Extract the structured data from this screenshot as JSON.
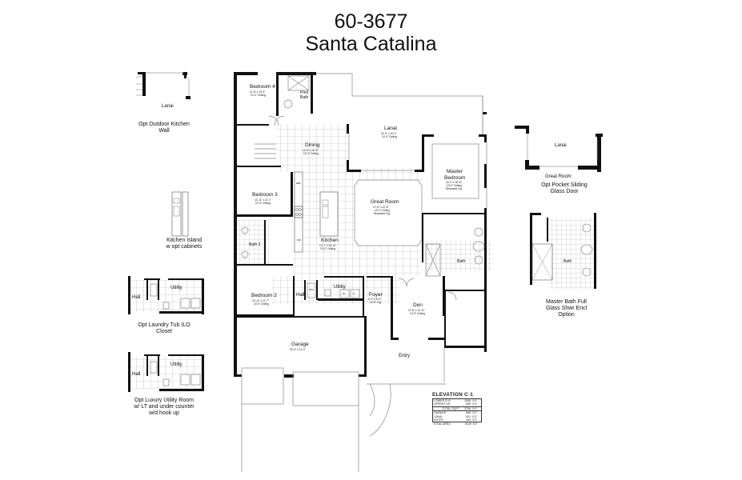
{
  "plan": {
    "number": "60-3677",
    "name": "Santa Catalina"
  },
  "rooms": {
    "bedroom4": {
      "name": "Bedroom 4",
      "dims": "11'-8\" x 13'-4\"",
      "ceiling": "10'-0\" Ceiling"
    },
    "pool_bath": {
      "name": "Pool Bath"
    },
    "dining": {
      "name": "Dining",
      "dims": "12'-0\" x 10'-0\"",
      "ceiling": "10'-0\" Ceiling"
    },
    "lanai": {
      "name": "Lanai",
      "dims": "41'-4\" x 10'-4\"",
      "ceiling": "10'-0\" Ceiling"
    },
    "master_bedroom": {
      "name": "Master Bedroom",
      "line1": "Master",
      "line2": "Bedroom",
      "dims": "14'-0\" x 18'-8\"",
      "ceiling": "10'-0\" Ceiling",
      "extra": "Recessed Clg"
    },
    "great_room": {
      "name": "Great Room",
      "dims": "17'-8\" x 22'-8\"",
      "ceiling": "10'-0\" Ceiling",
      "extra": "Recessed Clg"
    },
    "bedroom3": {
      "name": "Bedroom 3",
      "dims": "12'-11\" x 11'-1\"",
      "ceiling": "10'-0\" Ceiling"
    },
    "bath2": {
      "name": "Bath 2"
    },
    "kitchen": {
      "name": "Kitchen",
      "dims": "13'-7\" x 20'-10\"",
      "ceiling": "10'-0\" Ceiling"
    },
    "bath": {
      "name": "Bath"
    },
    "bedroom2": {
      "name": "Bedroom 2",
      "dims": "13'-11\" x 11'-7\"",
      "ceiling": "10'-0\" Ceiling"
    },
    "hall": {
      "name": "Hall"
    },
    "utility": {
      "name": "Utility"
    },
    "foyer": {
      "name": "Foyer",
      "dims": "6'-0\" x 8'-4\"",
      "ceiling": "10'-0\" Clg"
    },
    "den": {
      "name": "Den",
      "dims": "11'-8\" x 12'-11\"",
      "ceiling": "10'-0\" Ceiling"
    },
    "garage": {
      "name": "Garage",
      "dims": "30'-4\" x 21'-0\""
    },
    "entry": {
      "name": "Entry"
    },
    "fixtures": {
      "ref": "REF",
      "wd": "WD",
      "dw": "DW",
      "wh": "W/H",
      "w": "W",
      "d": "D"
    }
  },
  "options": {
    "outdoor_kitchen": {
      "room": "Lanai",
      "caption_l1": "Opt Outdoor Kitchen",
      "caption_l2": "Wall"
    },
    "kitchen_island": {
      "caption_l1": "Kitchen Island",
      "caption_l2": "w opt cabinets"
    },
    "laundry_tub": {
      "hall": "Hall",
      "utility": "Utility",
      "caption_l1": "Opt Laundry Tub ILO",
      "caption_l2": "Closet"
    },
    "luxury_utility": {
      "hall": "Hall",
      "utility": "Utility",
      "caption_l1": "Opt Luxury Utility Room",
      "caption_l2": "w/ LT and under counter",
      "caption_l3": "w/d hook up"
    },
    "pocket_slider": {
      "lanai": "Lanai",
      "great_room": "Great Room",
      "caption_l1": "Opt Pocket Sliding",
      "caption_l2": "Glass Door"
    },
    "master_bath": {
      "bath": "Bath",
      "caption_l1": "Master Bath Full",
      "caption_l2": "Glass Shwr Encl",
      "caption_l3": "Option"
    }
  },
  "elevation": {
    "title": "ELEVATION C-1",
    "rows": [
      {
        "label": "LOWER FLR",
        "value": "2906",
        "unit": "S.F."
      },
      {
        "label": "UPPER FLR",
        "value": "850",
        "unit": "S.F."
      },
      {
        "label": "TOTAL SQFT",
        "value": "3756",
        "unit": "S.F.",
        "right": true
      },
      {
        "label": "GARAGE",
        "value": "668",
        "unit": "S.F."
      },
      {
        "label": "LANAI",
        "value": "521",
        "unit": "S.F."
      },
      {
        "label": "ENTRY",
        "value": "204",
        "unit": "S.F."
      },
      {
        "label": "TOTAL AREA",
        "value": "5149",
        "unit": "S.F."
      }
    ]
  },
  "colors": {
    "wall": "#111111",
    "line": "#9a9a9a",
    "tile": "#b8b8b8",
    "background": "#ffffff"
  }
}
